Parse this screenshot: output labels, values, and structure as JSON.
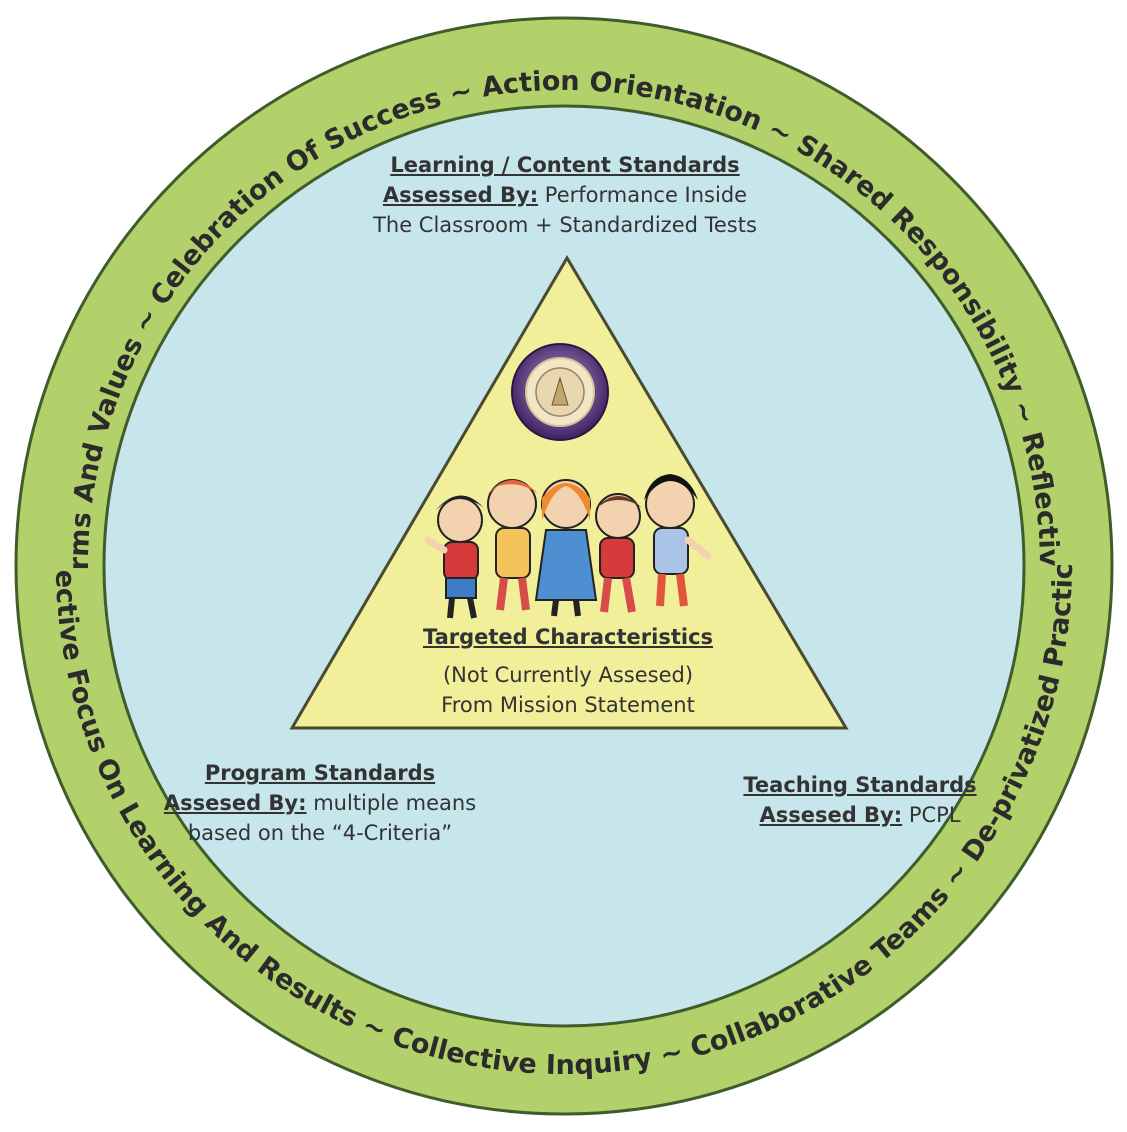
{
  "ring": {
    "top_arc": "Shared Norms And Values  ~  Celebration Of Success  ~  Action Orientation  ~  Shared Responsibility  ~  Reflective Dialogue",
    "bottom_arc": "Collective Focus On Learning And Results  ~  Collective Inquiry  ~  Collaborative Teams  ~  De-privatized Practice  ~"
  },
  "top_block": {
    "heading": "Learning / Content Standards",
    "assessed_prefix": "Assessed By:",
    "line1_rest": "Performance Inside",
    "line2": "The Classroom + Standardized Tests"
  },
  "left_block": {
    "heading": "Program Standards",
    "assessed_prefix": "Assesed By:",
    "line1_rest": "multiple means",
    "line2": "based on the “4-Criteria”"
  },
  "right_block": {
    "heading": "Teaching Standards",
    "assessed_prefix": "Assesed By:",
    "line1_rest": "PCPL"
  },
  "center": {
    "heading": "Targeted Characteristics",
    "line1": "(Not Currently Assesed)",
    "line2": "From Mission Statement"
  },
  "colors": {
    "ring_green": "#b3d16b",
    "inner_blue": "#c6e6eb",
    "triangle_yellow": "#f1ef9a",
    "text": "#2b2b2b"
  },
  "icons": [
    "school-seal-icon",
    "children-group-icon"
  ]
}
